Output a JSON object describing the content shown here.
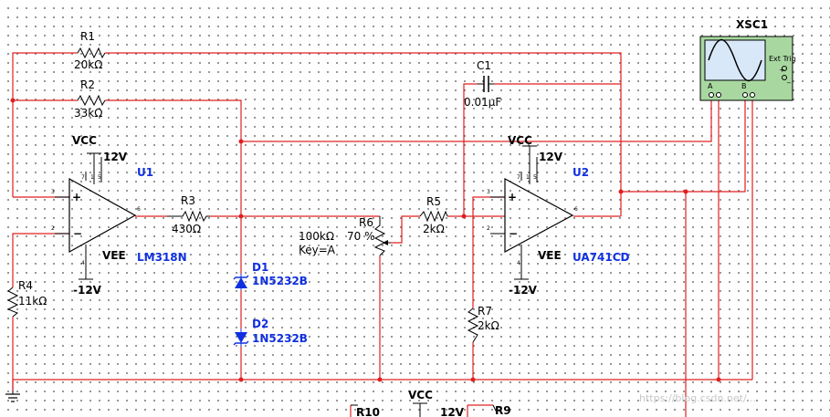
{
  "components": {
    "r1": {
      "ref": "R1",
      "value": "20kΩ"
    },
    "r2": {
      "ref": "R2",
      "value": "33kΩ"
    },
    "r3": {
      "ref": "R3",
      "value": "430Ω"
    },
    "r4": {
      "ref": "R4",
      "value": "11kΩ"
    },
    "r5": {
      "ref": "R5",
      "value": "2kΩ"
    },
    "r6": {
      "ref": "R6",
      "value": "100kΩ",
      "percent": "70 %",
      "key": "Key=A"
    },
    "r7": {
      "ref": "R7",
      "value": "2kΩ"
    },
    "r9": {
      "ref": "R9"
    },
    "r10": {
      "ref": "R10"
    },
    "c1": {
      "ref": "C1",
      "value": "0.01µF"
    },
    "d1": {
      "ref": "D1",
      "part": "1N5232B"
    },
    "d2": {
      "ref": "D2",
      "part": "1N5232B"
    },
    "u1": {
      "ref": "U1",
      "part": "LM318N",
      "vcc": "VCC",
      "vplus": "12V",
      "vee": "VEE",
      "vminus": "-12V",
      "in_plus_pin": "3",
      "in_minus_pin": "2",
      "out_pin": "6",
      "top_pins": [
        "7",
        "1",
        "5"
      ],
      "bottom_pin": "4"
    },
    "u2": {
      "ref": "U2",
      "part": "UA741CD",
      "vcc": "VCC",
      "vplus": "12V",
      "vee": "VEE",
      "vminus": "-12V",
      "in_plus_pin": "3",
      "in_minus_pin": "2",
      "out_pin": "6",
      "top_pins": [
        "7",
        "1",
        "5"
      ],
      "bottom_pin": "4"
    },
    "vcc3": {
      "label": "VCC",
      "value": "12V"
    },
    "scope": {
      "ref": "XSC1",
      "ch_a": "A",
      "ch_b": "B",
      "ext_trig": "Ext Trig",
      "plus": "+",
      "minus": "_"
    }
  },
  "colors": {
    "wire": "#e02020",
    "component": "#000000",
    "reference": "#1030e0",
    "scope_body": "#a8d8a0",
    "scope_screen": "#d8e8f8"
  },
  "watermark": "https://blog.csdn.net/..."
}
